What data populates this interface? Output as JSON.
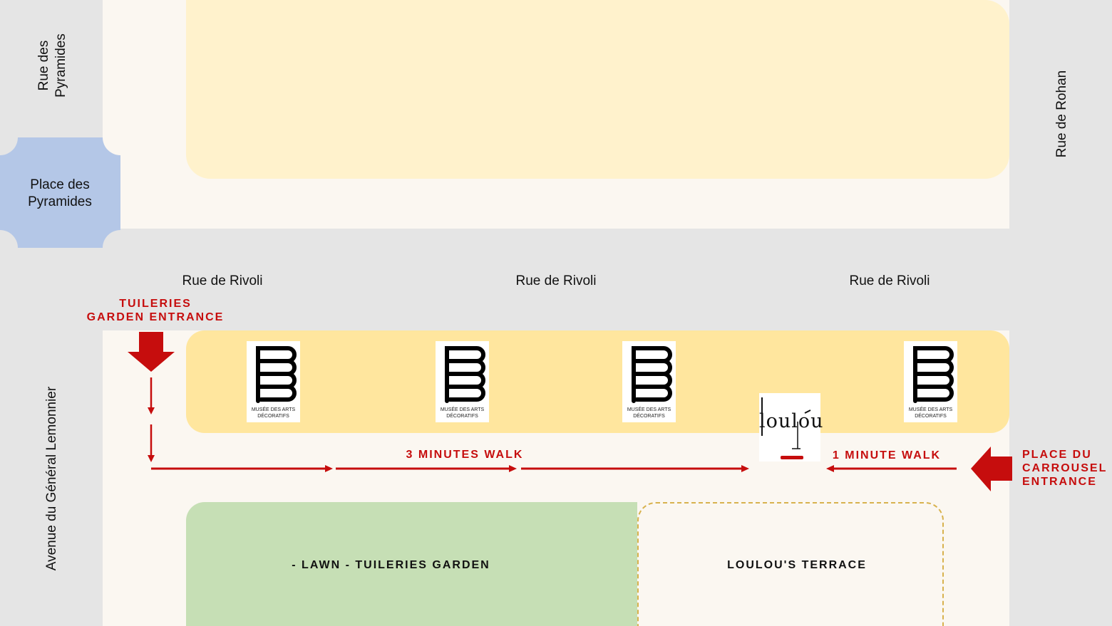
{
  "streets": {
    "rue_des_pyramides_1": "Rue des",
    "rue_des_pyramides_2": "Pyramides",
    "place_des_pyramides_1": "Place des",
    "place_des_pyramides_2": "Pyramides",
    "rue_de_rohan": "Rue de Rohan",
    "rue_de_rivoli": [
      "Rue de Rivoli",
      "Rue de Rivoli",
      "Rue de Rivoli"
    ],
    "avenue": "Avenue du Général Lemonnier"
  },
  "entrances": {
    "tuileries_1": "TUILERIES",
    "tuileries_2": "GARDEN ENTRANCE",
    "carrousel_1": "PLACE DU",
    "carrousel_2": "CARROUSEL",
    "carrousel_3": "ENTRANCE"
  },
  "walks": {
    "three_minutes": "3 MINUTES WALK",
    "one_minute": "1 MINUTE WALK"
  },
  "logos": {
    "mad_caption_1": "MUSÉE DES ARTS",
    "mad_caption_2": "DÉCORATIFS",
    "loulou": "loulou"
  },
  "zones": {
    "lawn": "- LAWN - TUILERIES GARDEN",
    "terrace": "LOULOU'S TERRACE"
  },
  "colors": {
    "route": "#c60d0d",
    "street": "#e5e5e5",
    "block": "#fbf7f1",
    "museum_top": "#fff2cc",
    "museum_strip": "#ffe69e",
    "lawn": "#c6dfb5",
    "place": "#b4c7e7",
    "terrace_border": "#d8b24e"
  }
}
